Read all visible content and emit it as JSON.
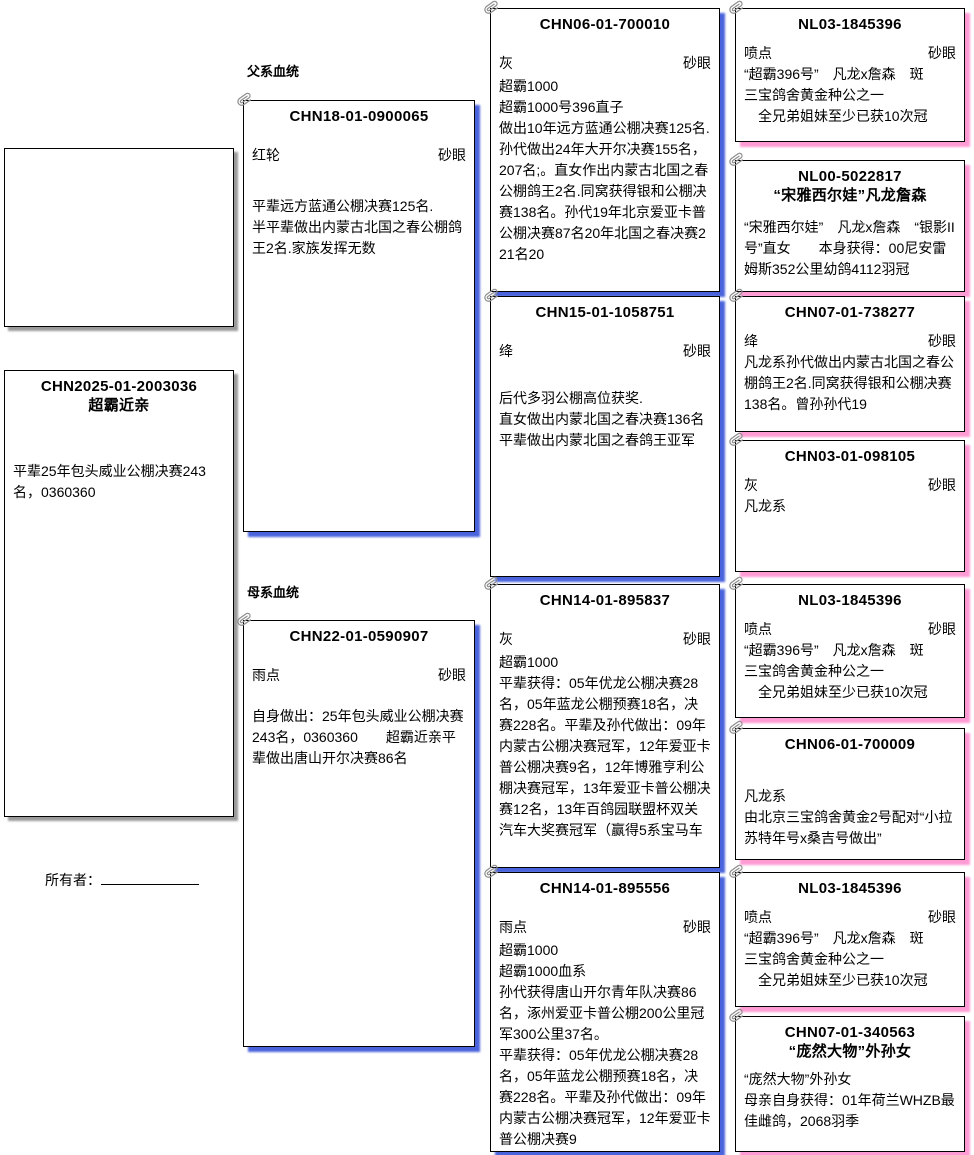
{
  "theme": {
    "male_line_shadow": "#4a63dc",
    "female_line_shadow": "#ff9bd4",
    "neutral_shadow": "#9a9a9a"
  },
  "labels": {
    "father_line": "父系血统",
    "mother_line": "母系血统",
    "owner": "所有者："
  },
  "subject": {
    "id": "CHN2025-01-2003036",
    "subtitle": "超霸近亲",
    "body": "平辈25年包头威业公棚决赛243名，0360360"
  },
  "father": {
    "id": "CHN18-01-0900065",
    "color": "红轮",
    "eye": "砂眼",
    "body": "平辈远方蓝通公棚决赛125名.\n半平辈做出内蒙古北国之春公棚鸽王2名.家族发挥无数"
  },
  "mother": {
    "id": "CHN22-01-0590907",
    "color": "雨点",
    "eye": "砂眼",
    "body": "自身做出：25年包头威业公棚决赛243名，0360360　　超霸近亲平辈做出唐山开尔决赛86名"
  },
  "ff": {
    "id": "CHN06-01-700010",
    "color": "灰",
    "eye": "砂眼",
    "body": "超霸1000\n超霸1000号396直子\n做出10年远方蓝通公棚决赛125名.\n孙代做出24年大开尔决赛155名，207名;。直女作出内蒙古北国之春公棚鸽王2名.同窝获得银和公棚决赛138名。孙代19年北京爱亚卡普公棚决赛87名20年北国之春决赛221名20"
  },
  "fm": {
    "id": "CHN15-01-1058751",
    "color": "绛",
    "eye": "砂眼",
    "body": "后代多羽公棚高位获奖.\n直女做出内蒙北国之春决赛136名\n平辈做出内蒙北国之春鸽王亚军"
  },
  "mf": {
    "id": "CHN14-01-895837",
    "color": "灰",
    "eye": "砂眼",
    "body": "超霸1000\n平辈获得：05年优龙公棚决赛28名，05年蓝龙公棚预赛18名，决赛228名。平辈及孙代做出：09年内蒙古公棚决赛冠军，12年爱亚卡普公棚决赛9名，12年博雅亨利公棚决赛冠军，13年爱亚卡普公棚决赛12名，13年百鸽园联盟杯双关汽车大奖赛冠军（赢得5系宝马车"
  },
  "mm": {
    "id": "CHN14-01-895556",
    "color": "雨点",
    "eye": "砂眼",
    "body": "超霸1000\n超霸1000血系\n孙代获得唐山开尔青年队决赛86名，涿州爱亚卡普公棚200公里冠军300公里37名。\n平辈获得：05年优龙公棚决赛28名，05年蓝龙公棚预赛18名，决赛228名。平辈及孙代做出：09年内蒙古公棚决赛冠军，12年爱亚卡普公棚决赛9"
  },
  "fff": {
    "id": "NL03-1845396",
    "color": "喷点",
    "eye": "砂眼",
    "body": "“超霸396号”　凡龙x詹森　斑\n三宝鸽舍黄金种公之一\n　全兄弟姐妹至少已获10次冠"
  },
  "ffm": {
    "id": "NL00-5022817",
    "subtitle": "“宋雅西尔娃”凡龙詹森",
    "body": "“宋雅西尔娃”　凡龙x詹森　“银影II号”直女　　本身获得：00尼安雷姆斯352公里幼鸽4112羽冠"
  },
  "fmf": {
    "id": "CHN07-01-738277",
    "color": "绛",
    "eye": "砂眼",
    "body": "凡龙系孙代做出内蒙古北国之春公棚鸽王2名.同窝获得银和公棚决赛138名。曾孙孙代19"
  },
  "fmm": {
    "id": "CHN03-01-098105",
    "color": "灰",
    "eye": "砂眼",
    "body": "凡龙系"
  },
  "mff": {
    "id": "NL03-1845396",
    "color": "喷点",
    "eye": "砂眼",
    "body": "“超霸396号”　凡龙x詹森　斑\n三宝鸽舍黄金种公之一\n　全兄弟姐妹至少已获10次冠"
  },
  "mfm": {
    "id": "CHN06-01-700009",
    "body": "凡龙系\n由北京三宝鸽舍黄金2号配对“小拉苏特年号x桑吉号做出”"
  },
  "mmf": {
    "id": "NL03-1845396",
    "color": "喷点",
    "eye": "砂眼",
    "body": "“超霸396号”　凡龙x詹森　斑\n三宝鸽舍黄金种公之一\n　全兄弟姐妹至少已获10次冠"
  },
  "mmm": {
    "id": "CHN07-01-340563",
    "subtitle": "“庞然大物”外孙女",
    "body": "“庞然大物”外孙女\n母亲自身获得：01年荷兰WHZB最佳雌鸽，2068羽季"
  }
}
